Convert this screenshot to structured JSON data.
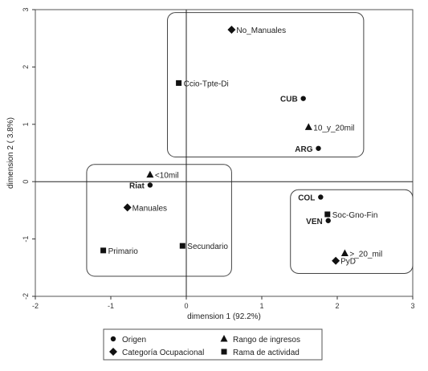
{
  "chart_data": {
    "type": "scatter",
    "xlabel": "dimension 1 (92.2%)",
    "ylabel": "dimension 2 ( 3.8%)",
    "xlim": [
      -2,
      3
    ],
    "ylim": [
      -2,
      3
    ],
    "xticks": [
      "-2",
      "-1",
      "0",
      "1",
      "2",
      "3"
    ],
    "yticks": [
      "-2",
      "-1",
      "0",
      "1",
      "2",
      "3"
    ],
    "grid": false,
    "legend_position": "bottom",
    "series": [
      {
        "name": "Origen",
        "marker": "circle",
        "points": [
          {
            "label": "CUB",
            "x": 1.55,
            "y": 1.45
          },
          {
            "label": "ARG",
            "x": 1.75,
            "y": 0.58
          },
          {
            "label": "Riat",
            "x": -0.48,
            "y": -0.06
          },
          {
            "label": "COL",
            "x": 1.78,
            "y": -0.27
          },
          {
            "label": "VEN",
            "x": 1.88,
            "y": -0.68
          }
        ]
      },
      {
        "name": "Rango de ingresos",
        "marker": "triangle",
        "points": [
          {
            "label": "10_y_20mil",
            "x": 1.62,
            "y": 0.95
          },
          {
            "label": "<10mil",
            "x": -0.48,
            "y": 0.12
          },
          {
            "label": ">_20_mil",
            "x": 2.1,
            "y": -1.25
          }
        ]
      },
      {
        "name": "Categoría Ocupacional",
        "marker": "diamond",
        "points": [
          {
            "label": "No_Manuales",
            "x": 0.6,
            "y": 2.65
          },
          {
            "label": "Manuales",
            "x": -0.78,
            "y": -0.45
          },
          {
            "label": "PyD",
            "x": 1.98,
            "y": -1.38
          }
        ]
      },
      {
        "name": "Rama de actividad",
        "marker": "square",
        "points": [
          {
            "label": "Ccio-Tpte-Di",
            "x": -0.1,
            "y": 1.72
          },
          {
            "label": "Soc-Gno-Fin",
            "x": 1.87,
            "y": -0.57
          },
          {
            "label": "Primario",
            "x": -1.1,
            "y": -1.2
          },
          {
            "label": "Secundario",
            "x": -0.05,
            "y": -1.12
          }
        ]
      }
    ],
    "groups": [
      {
        "x0": -0.25,
        "x1": 2.35,
        "y0": 0.43,
        "y1": 2.95
      },
      {
        "x0": -1.32,
        "x1": 0.6,
        "y0": 0.3,
        "y1": -1.65
      },
      {
        "x0": 1.38,
        "x1": 3.0,
        "y0": -0.14,
        "y1": -1.6
      }
    ]
  }
}
